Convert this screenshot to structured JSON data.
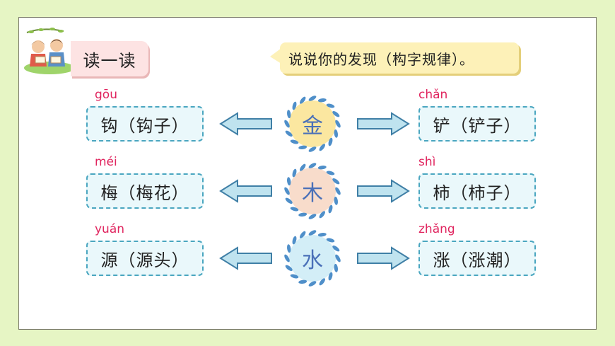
{
  "header": {
    "title": "读一读",
    "prompt": "说说你的发现（构字规律）。"
  },
  "rows": [
    {
      "radical": "金",
      "radical_color": "#fbe7a0",
      "left": {
        "pinyin": "gōu",
        "text": "钩（钩子）"
      },
      "right": {
        "pinyin": "chǎn",
        "text": "铲（铲子）"
      }
    },
    {
      "radical": "木",
      "radical_color": "#f8dccb",
      "left": {
        "pinyin": "méi",
        "text": "梅（梅花）"
      },
      "right": {
        "pinyin": "shì",
        "text": "柿（柿子）"
      }
    },
    {
      "radical": "水",
      "radical_color": "#d3eef7",
      "left": {
        "pinyin": "yuán",
        "text": "源（源头）"
      },
      "right": {
        "pinyin": "zhǎng",
        "text": "涨（涨潮）"
      }
    }
  ],
  "colors": {
    "pinyin": "#e0245e",
    "box_border": "#4aa6c0",
    "arrow_fill": "#bfe3ef",
    "leaf": "#4f8fc9"
  },
  "icons": [
    "kids-reading-illustration",
    "left-arrow-icon",
    "right-arrow-icon",
    "leaf-wreath-icon"
  ]
}
